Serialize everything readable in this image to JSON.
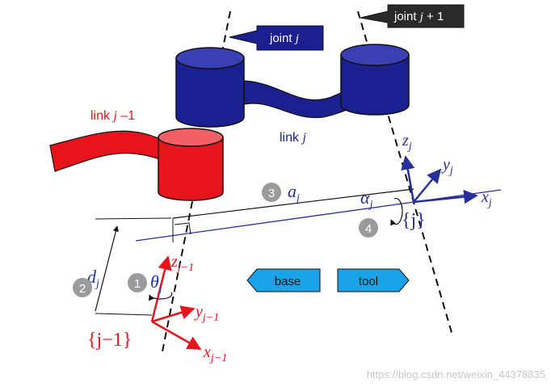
{
  "callouts": {
    "joint_j_prefix": "joint ",
    "joint_j_var": "j",
    "joint_j1_prefix": "joint ",
    "joint_j1_var": "j",
    "joint_j1_suffix": " + 1"
  },
  "links": {
    "prev_prefix": "link ",
    "prev_var": "j",
    "prev_suffix": " –1",
    "cur_prefix": "link ",
    "cur_var": "j"
  },
  "params": {
    "a_sym": "a",
    "a_sub": "j",
    "d_sym": "d",
    "d_sub": "j",
    "theta_sym": "θ",
    "theta_sub": "j",
    "alpha_sym": "α",
    "alpha_sub": "j"
  },
  "steps": {
    "one": "1",
    "two": "2",
    "three": "3",
    "four": "4"
  },
  "frame_prev": {
    "label": "{j−1}",
    "z_sym": "z",
    "z_sub": "j−1",
    "y_sym": "y",
    "y_sub": "j−1",
    "x_sym": "x",
    "x_sub": "j−1"
  },
  "frame_cur": {
    "label": "{j}",
    "z_sym": "z",
    "z_sub": "j",
    "y_sym": "y",
    "y_sub": "j",
    "x_sym": "x",
    "x_sub": "j"
  },
  "buttons": {
    "base": "base",
    "tool": "tool"
  },
  "watermark": "https://blog.csdn.net/weixin_44378835",
  "colors": {
    "joint_blue": "#1b1f8f",
    "link_red": "#e8141b",
    "axis_blue": "#27309a",
    "callout_dark": "#2a2a2a",
    "step_gray": "#9b9b9b",
    "button_cyan": "#1aa3e8"
  }
}
